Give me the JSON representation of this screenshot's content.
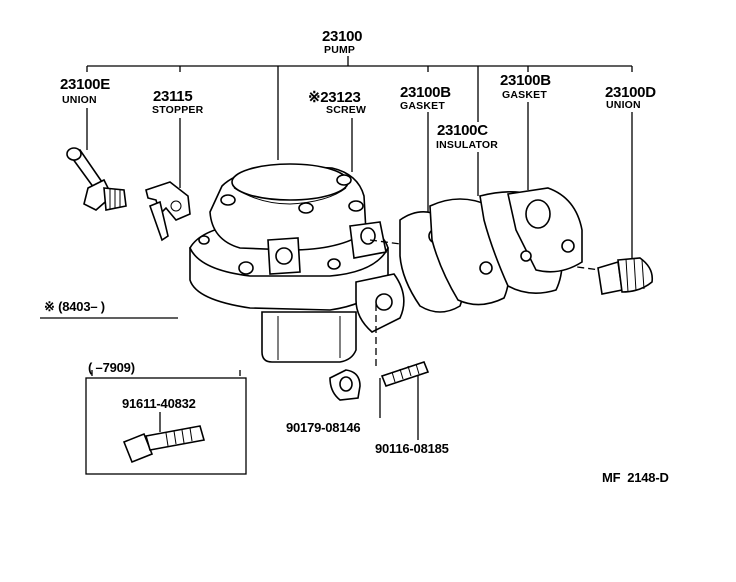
{
  "callouts": [
    {
      "id": "pump",
      "number": "23100",
      "name": "PUMP"
    },
    {
      "id": "union_e",
      "number": "23100E",
      "name": "UNION"
    },
    {
      "id": "stopper",
      "number": "23115",
      "name": "STOPPER"
    },
    {
      "id": "screw",
      "number": "※23123",
      "name": "SCREW"
    },
    {
      "id": "gasket_1",
      "number": "23100B",
      "name": "GASKET"
    },
    {
      "id": "gasket_2",
      "number": "23100B",
      "name": "GASKET"
    },
    {
      "id": "insulator",
      "number": "23100C",
      "name": "INSULATOR"
    },
    {
      "id": "union_d",
      "number": "23100D",
      "name": "UNION"
    }
  ],
  "range_note": "※ (8403–         )",
  "inset": {
    "range": "(          –7909)",
    "part_number": "91611-40832"
  },
  "bottom_parts": [
    {
      "id": "nut",
      "number": "90179-08146"
    },
    {
      "id": "stud",
      "number": "90116-08185"
    }
  ],
  "figure_ref": "MF  2148-D"
}
